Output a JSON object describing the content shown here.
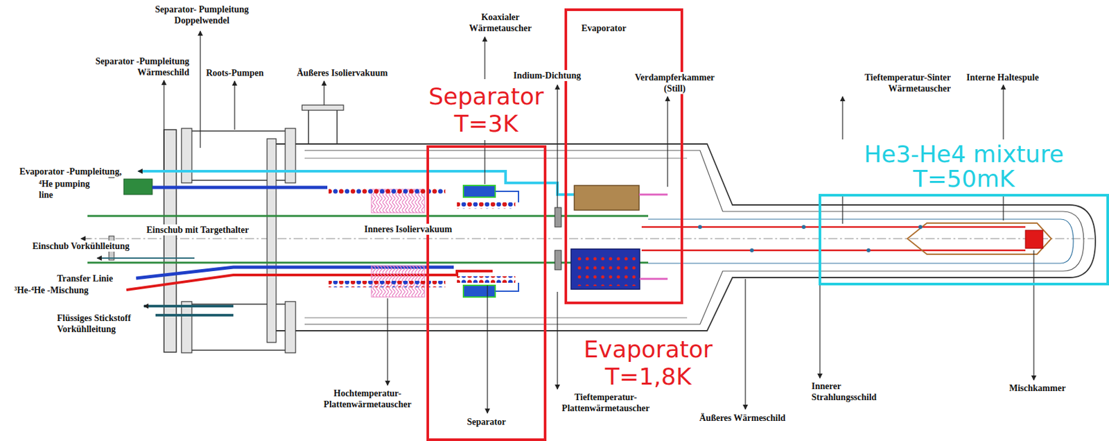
{
  "diagram": {
    "nodes": [
      {
        "text": [
          "Separator T=3K",
          "Separator"
        ]
      },
      {
        "text": [
          "Evaporator",
          "Evaporator T=1,8K"
        ]
      },
      {
        "text": [
          "He3-He4 mixture T=50mK"
        ]
      }
    ],
    "labels": [
      "Separator- Pumpleitung Doppelwendel",
      "Separator -Pumpleitung Wärmeschild",
      "Roots-Pumpen",
      "Äußeres Isoliervakuum",
      "Koaxialer Wärmetauscher",
      "Indium-Dichtung",
      "Verdampferkammer (Still)",
      "Tieftemperatur-Sinter Wärmetauscher",
      "Interne Haltespule",
      "Evaporator -Pumpleitung,",
      "⁴He pumping line",
      "Einschub mit Targethalter",
      "Inneres Isoliervakuum",
      "Einschub Vorkühlleitung",
      "Transfer Linie",
      "³He-⁴He -Mischung",
      "Flüssiges Stickstoff Vorkühlleitung",
      "Hochtemperatur- Plattenwärmetauscher",
      "Tieftemperatur- Plattenwärmetauscher",
      "Äußeres Wärmeschild",
      "Innerer Strahlungsschild",
      "Mischkammer"
    ]
  }
}
